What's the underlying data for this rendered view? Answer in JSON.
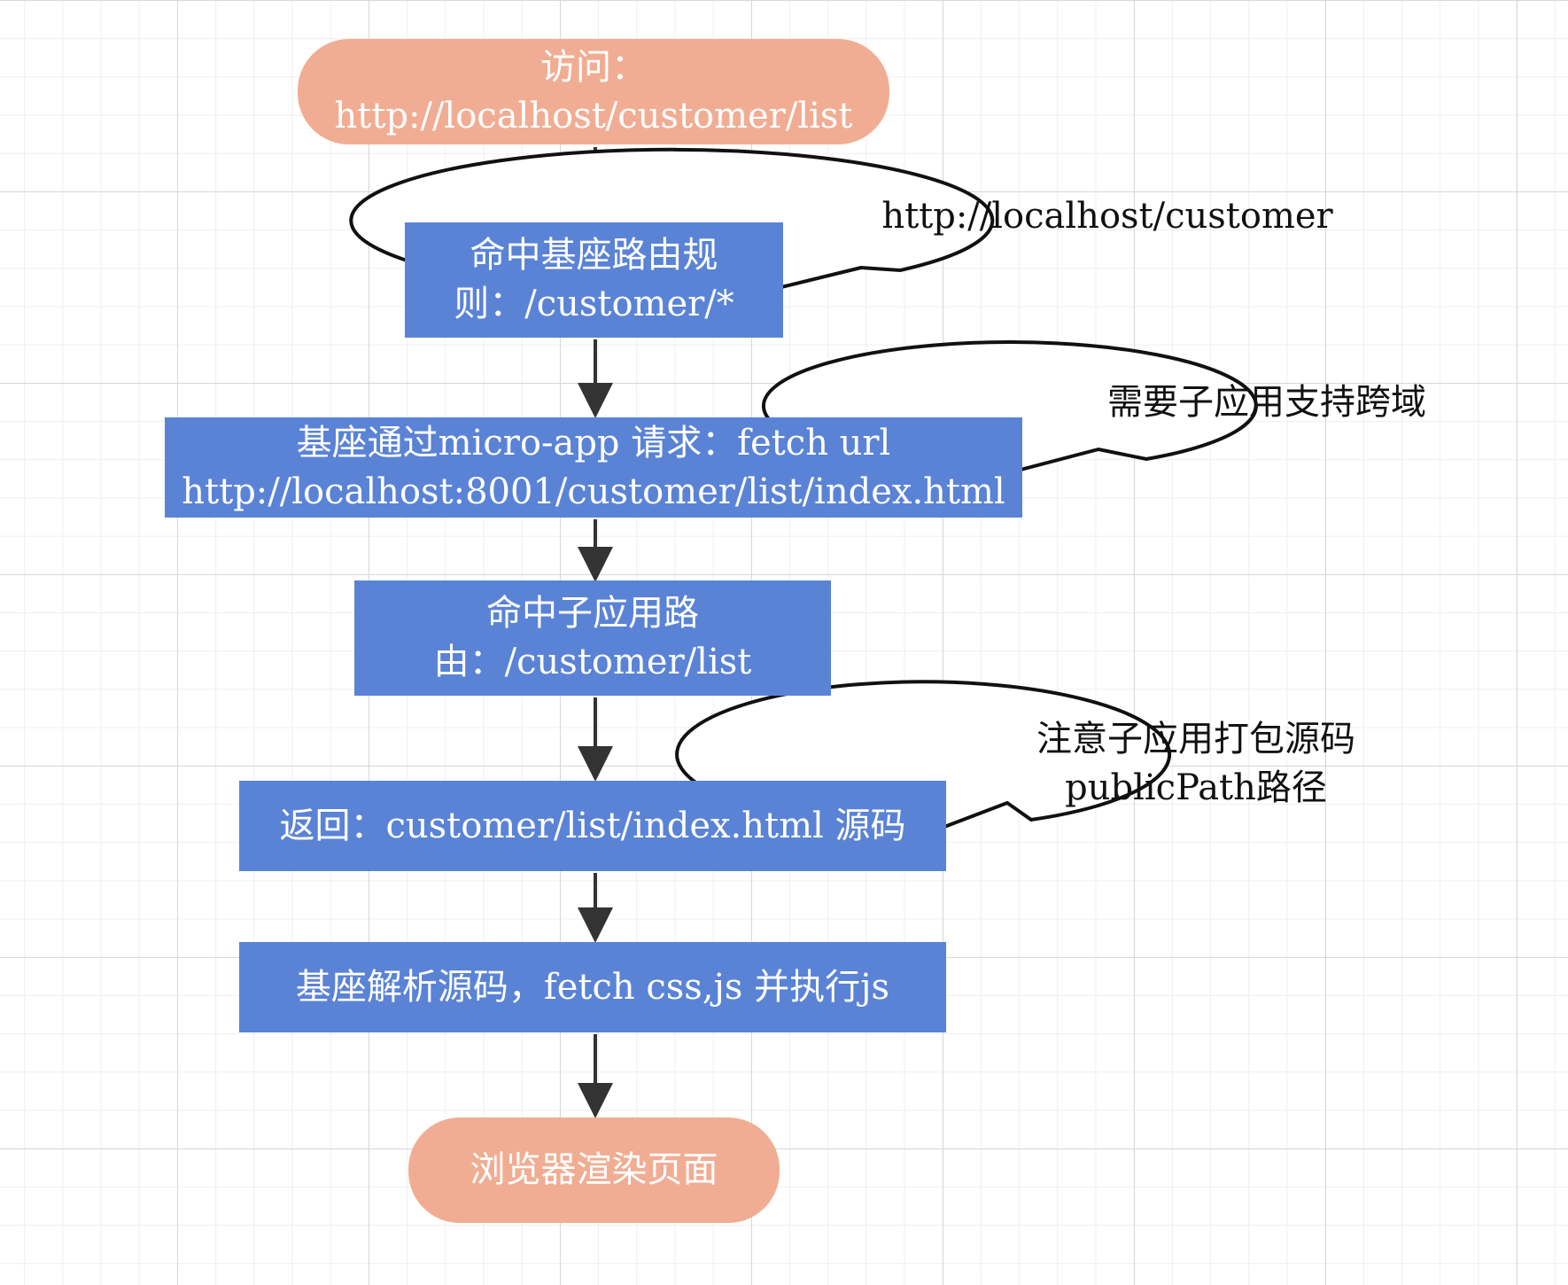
{
  "colors": {
    "terminal": "#f1ad93",
    "process": "#5a83d6",
    "arrow": "#333333",
    "callout_stroke": "#111111",
    "callout_fill": "#ffffff"
  },
  "flow": {
    "start": {
      "line1": "访问：",
      "line2": "http://localhost/customer/list"
    },
    "step1": {
      "line1": "命中基座路由规",
      "line2": "则：/customer/*"
    },
    "step2": {
      "line1": "基座通过micro-app 请求：fetch url",
      "line2": "http://localhost:8001/customer/list/index.html"
    },
    "step3": {
      "line1": "命中子应用路",
      "line2": "由：/customer/list"
    },
    "step4": {
      "line1": "返回：customer/list/index.html 源码"
    },
    "step5": {
      "line1": "基座解析源码，fetch css,js 并执行js"
    },
    "end": {
      "line1": "浏览器渲染页面"
    }
  },
  "callouts": {
    "c1": {
      "line1": "http://localhost/customer"
    },
    "c2": {
      "line1": "需要子应用支持跨域"
    },
    "c3": {
      "line1": "注意子应用打包源码",
      "line2": "publicPath路径"
    }
  }
}
